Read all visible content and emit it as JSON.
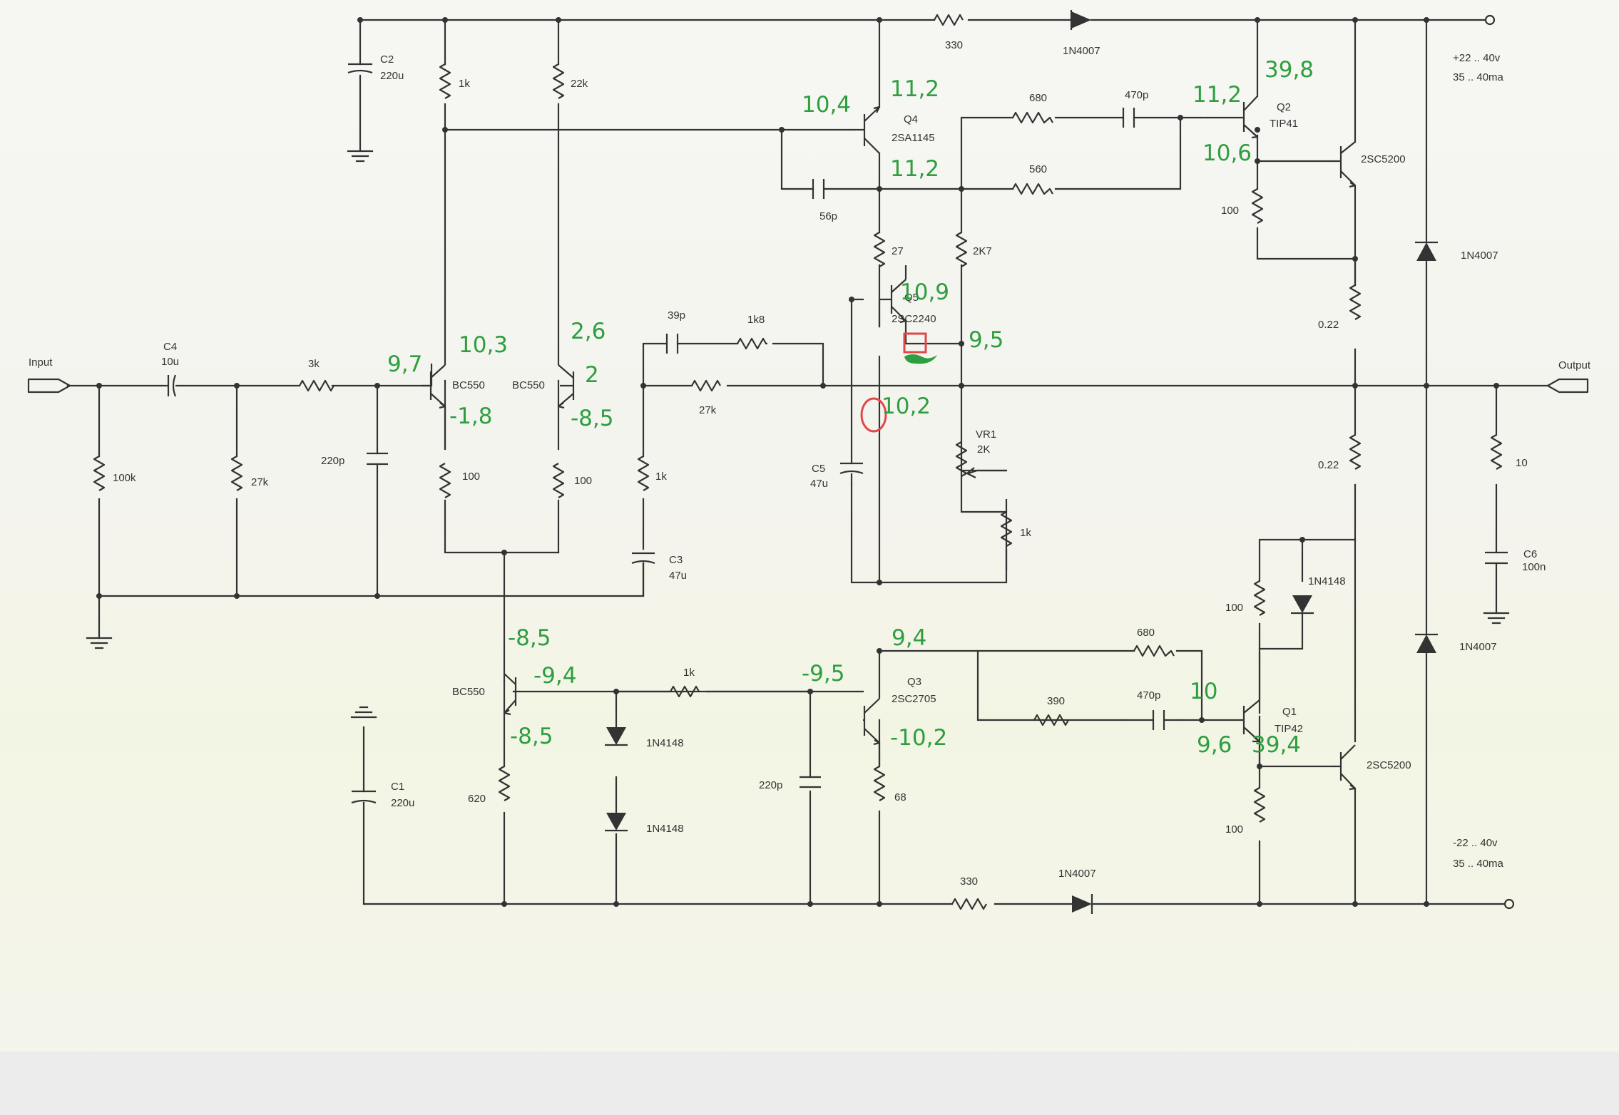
{
  "schematic": {
    "ports": {
      "input": "Input",
      "output": "Output"
    },
    "supply": {
      "pos_voltage": "+22 .. 40v",
      "pos_current": "35 .. 40ma",
      "neg_voltage": "-22 .. 40v",
      "neg_current": "35 .. 40ma"
    },
    "transistors": {
      "q_in1": "BC550",
      "q_in2": "BC550",
      "q_cs": "BC550",
      "q4_ref": "Q4",
      "q4_part": "2SA1145",
      "q5_ref": "Q5",
      "q5_part": "2SC2240",
      "q3_ref": "Q3",
      "q3_part": "2SC2705",
      "q2_ref": "Q2",
      "q2_part": "TIP41",
      "q1_ref": "Q1",
      "q1_part": "TIP42",
      "out_top": "2SC5200",
      "out_bot": "2SC5200"
    },
    "components": {
      "c2_ref": "C2",
      "c2_val": "220u",
      "c1_ref": "C1",
      "c1_val": "220u",
      "c4_ref": "C4",
      "c4_val": "10u",
      "c3_ref": "C3",
      "c3_val": "47u",
      "c5_ref": "C5",
      "c5_val": "47u",
      "c6_ref": "C6",
      "c6_val": "100n",
      "vr1_ref": "VR1",
      "vr1_val": "2K",
      "r_1k_top": "1k",
      "r_22k": "22k",
      "r_330_top": "330",
      "d_top": "1N4007",
      "r_680_top": "680",
      "c_470p_top": "470p",
      "r_560": "560",
      "c_56p": "56p",
      "r_100_q2": "100",
      "r_27": "27",
      "r_2k7": "2K7",
      "c_39p": "39p",
      "r_1k8": "1k8",
      "r_27k_fb": "27k",
      "r_3k": "3k",
      "r_100k": "100k",
      "r_27k_in": "27k",
      "c_220p_in": "220p",
      "r_100_e1": "100",
      "r_100_e2": "100",
      "r_1k_fb": "1k",
      "r_1k_vr": "1k",
      "r_022_top": "0.22",
      "r_022_bot": "0.22",
      "d_right_top": "1N4007",
      "d_right_bot": "1N4007",
      "r_10": "10",
      "d_1n4148_r": "1N4148",
      "r_100_q1a": "100",
      "r_680_bot": "680",
      "r_390": "390",
      "c_470p_bot": "470p",
      "r_100_q1b": "100",
      "r_1k_bias": "1k",
      "d_1n4148_a": "1N4148",
      "d_1n4148_b": "1N4148",
      "r_620": "620",
      "c_220p_bias": "220p",
      "r_68": "68",
      "r_330_bot": "330",
      "d_bot": "1N4007"
    }
  },
  "annotations": {
    "q4_base": "10,4",
    "q4_emit": "11,2",
    "q4_coll": "11,2",
    "q2_base": "11,2",
    "q2_coll": "39,8",
    "q2_emit": "10,6",
    "q5_coll": "10,9",
    "q5_emit": "9,5",
    "q5_base": "10,2",
    "in1_base": "9,7",
    "in1_coll": "10,3",
    "in1_emit": "-1,8",
    "in2_coll": "2,6",
    "in2_base": "2",
    "in2_emit": "-8,5",
    "cs_coll": "-8,5",
    "cs_base": "-9,4",
    "cs_emit": "-8,5",
    "q3_coll": "9,4",
    "q3_base": "-9,5",
    "q3_emit": "-10,2",
    "q1_base": "10",
    "q1_emit": "9,6",
    "q1_coll": "39,4"
  },
  "colors": {
    "ink": "#333333",
    "annotation": "#2e9e3f",
    "marker": "#e04848"
  }
}
